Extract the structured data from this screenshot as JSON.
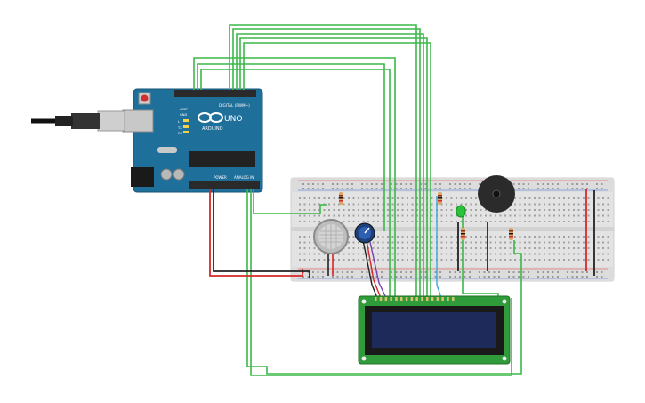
{
  "board": {
    "brand": "ARDUINO",
    "model": "UNO",
    "digital_header_label": "DIGITAL (PWM~)",
    "power_label": "POWER",
    "analog_label": "ANALOG IN",
    "tx_label": "TX",
    "rx_label": "RX",
    "led_l_label": "L",
    "aref_label": "AREF",
    "gnd_label": "GND"
  },
  "colors": {
    "arduino_blue": "#1f6f9b",
    "breadboard": "#e3e3e3",
    "wire_green": "#3cb84a",
    "wire_red": "#d62828",
    "wire_black": "#222222",
    "lcd_pcb": "#2f9b3a",
    "lcd_screen": "#1e2a5a",
    "led_green": "#29c23a",
    "buzzer": "#2b2b2b"
  },
  "components": {
    "usb_cable": "usb-cable",
    "gas_sensor": "gas-sensor",
    "potentiometer": "potentiometer",
    "lcd": "lcd-16x2",
    "buzzer": "piezo-buzzer",
    "led": "green-led",
    "resistors": "resistor"
  }
}
